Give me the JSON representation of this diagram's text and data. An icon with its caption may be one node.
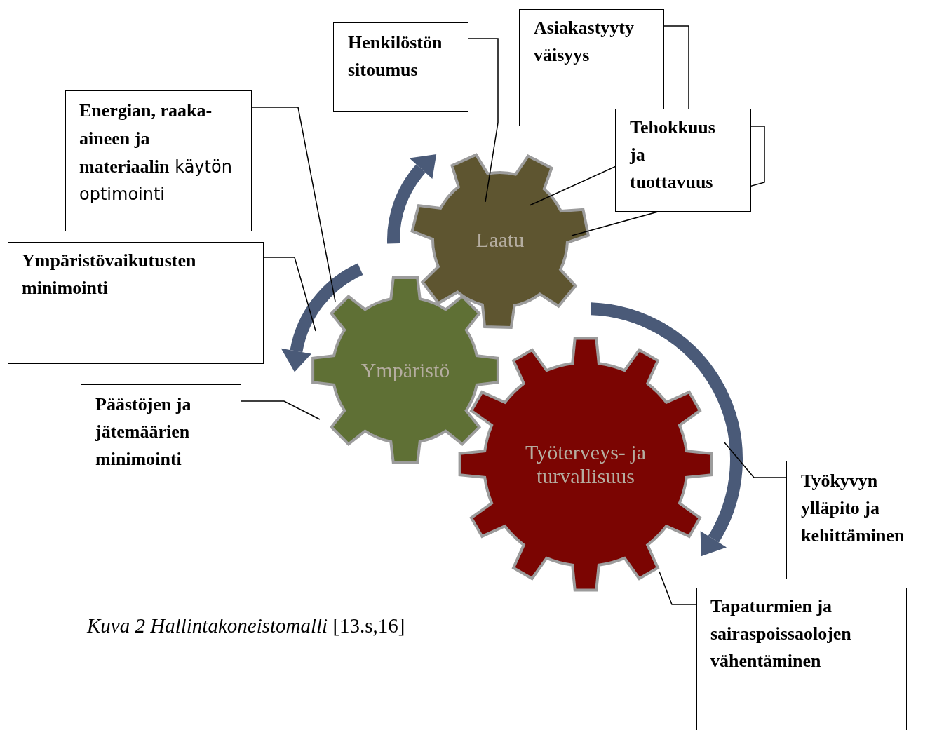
{
  "diagram": {
    "caption": "*Kuva 2 Hallintakoneistomalli* [13.s,16]",
    "nodes": [
      {
        "text": [
          "Laatu"
        ]
      },
      {
        "text": [
          "Ympäristö"
        ]
      },
      {
        "text": [
          "Työterveys- ja turvallisuus"
        ]
      },
      {
        "text": [
          "Henkilöstön sitoumus"
        ]
      },
      {
        "text": [
          "Asiakastyyty väisyys"
        ]
      },
      {
        "text": [
          "Tehokkuus ja tuottavuus"
        ]
      },
      {
        "text": [
          "**Energian, raaka-aineen ja materiaalin** käytön optimointi"
        ]
      },
      {
        "text": [
          "Ympäristövaikutusten minimointi"
        ]
      },
      {
        "text": [
          "Päästöjen ja jätemäärien minimointi"
        ]
      },
      {
        "text": [
          "Työkyvyn ylläpito ja kehittäminen"
        ]
      },
      {
        "text": [
          "Tapaturmien ja sairaspoissaolojen vähentäminen"
        ]
      }
    ],
    "edges": [
      {
        "from": 3,
        "to": 0,
        "arrow": "none"
      },
      {
        "from": 4,
        "to": 0,
        "arrow": "none"
      },
      {
        "from": 5,
        "to": 0,
        "arrow": "none"
      },
      {
        "from": 6,
        "to": 1,
        "arrow": "none"
      },
      {
        "from": 7,
        "to": 1,
        "arrow": "none"
      },
      {
        "from": 8,
        "to": 1,
        "arrow": "none"
      },
      {
        "from": 9,
        "to": 2,
        "arrow": "none"
      },
      {
        "from": 10,
        "to": 2,
        "arrow": "none"
      }
    ]
  }
}
